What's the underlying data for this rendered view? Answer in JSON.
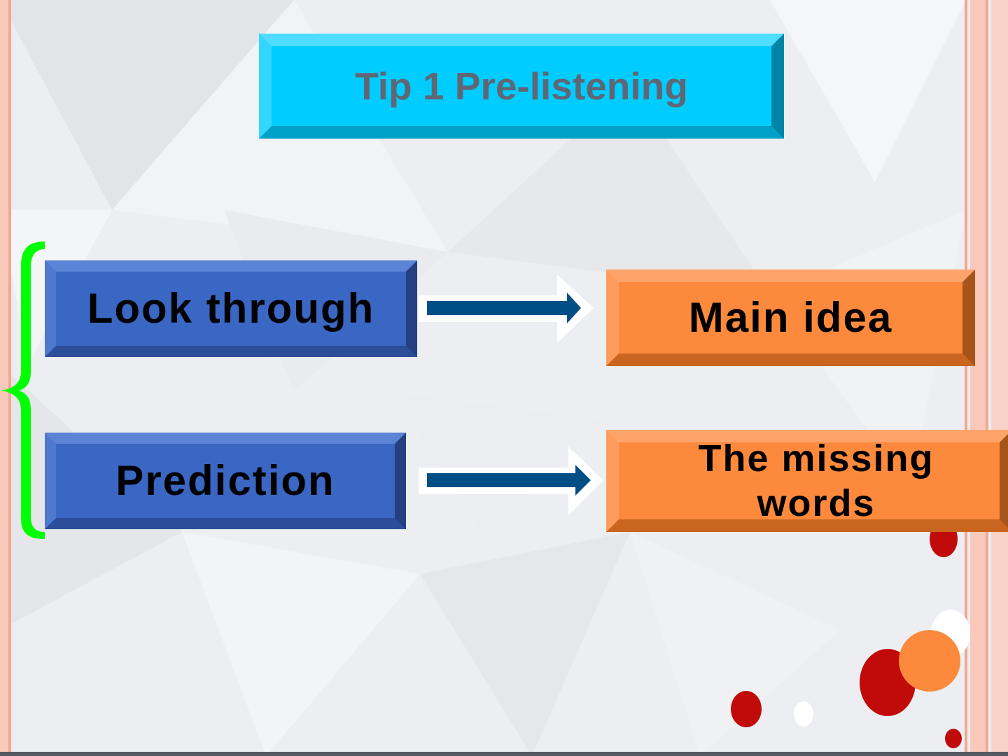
{
  "slide": {
    "title": "Tip 1 Pre-listening",
    "left_items": [
      {
        "label": "Look through"
      },
      {
        "label": "Prediction"
      }
    ],
    "right_items": [
      {
        "label": "Main idea"
      },
      {
        "label": "The missing words"
      }
    ]
  },
  "colors": {
    "title_box": "#00ccff",
    "title_text": "#5f6774",
    "left_box": "#3a66c4",
    "right_box": "#fd8a3c",
    "arrow": "#004e86",
    "brace": "#00ff00",
    "border_strip": "#f6b5a3",
    "decor_red": "#cc0000",
    "decor_orange": "#fd8a3c"
  },
  "icons": {
    "connector": "right-arrow-icon",
    "grouping": "left-brace-icon"
  }
}
